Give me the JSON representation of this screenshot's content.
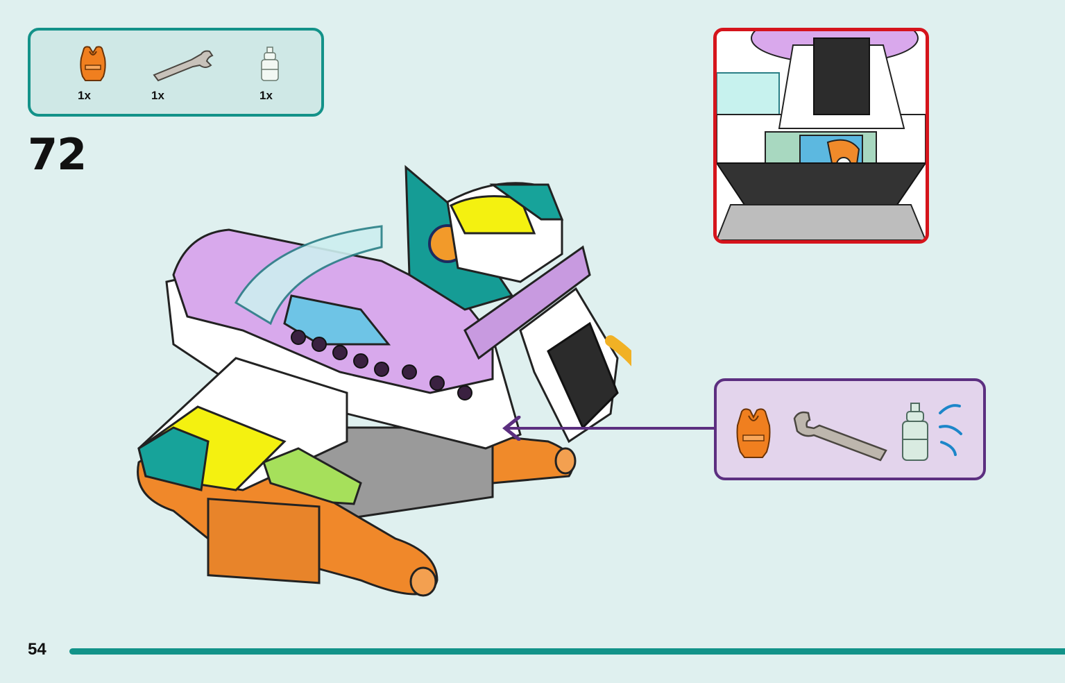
{
  "step": {
    "number": "72"
  },
  "page": {
    "number": "54"
  },
  "parts": [
    {
      "name": "life-vest",
      "color": "#f07f1f",
      "quantity": "1x"
    },
    {
      "name": "wrench",
      "color": "#b8b1a8",
      "quantity": "1x"
    },
    {
      "name": "spray-bottle",
      "color": "#e8f3ec",
      "quantity": "1x"
    }
  ],
  "colors": {
    "background": "#dff0ef",
    "parts_border": "#139289",
    "callout_border": "#d5141c",
    "tools_border": "#5c2f80",
    "page_rule": "#129389"
  },
  "icons": [
    "life-vest-icon",
    "wrench-icon",
    "spray-bottle-icon",
    "rotate-arrow-icon",
    "pointer-arrow-icon"
  ]
}
